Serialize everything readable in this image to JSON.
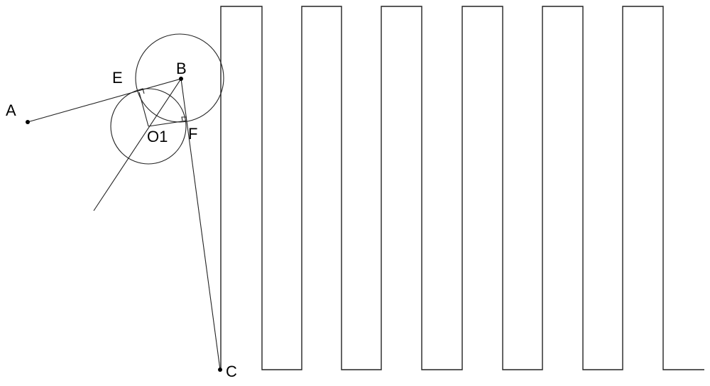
{
  "labels": {
    "A": "A",
    "B": "B",
    "C": "C",
    "E": "E",
    "F": "F",
    "O1": "O1"
  },
  "colors": {
    "line": "#222222",
    "background": "#ffffff"
  }
}
